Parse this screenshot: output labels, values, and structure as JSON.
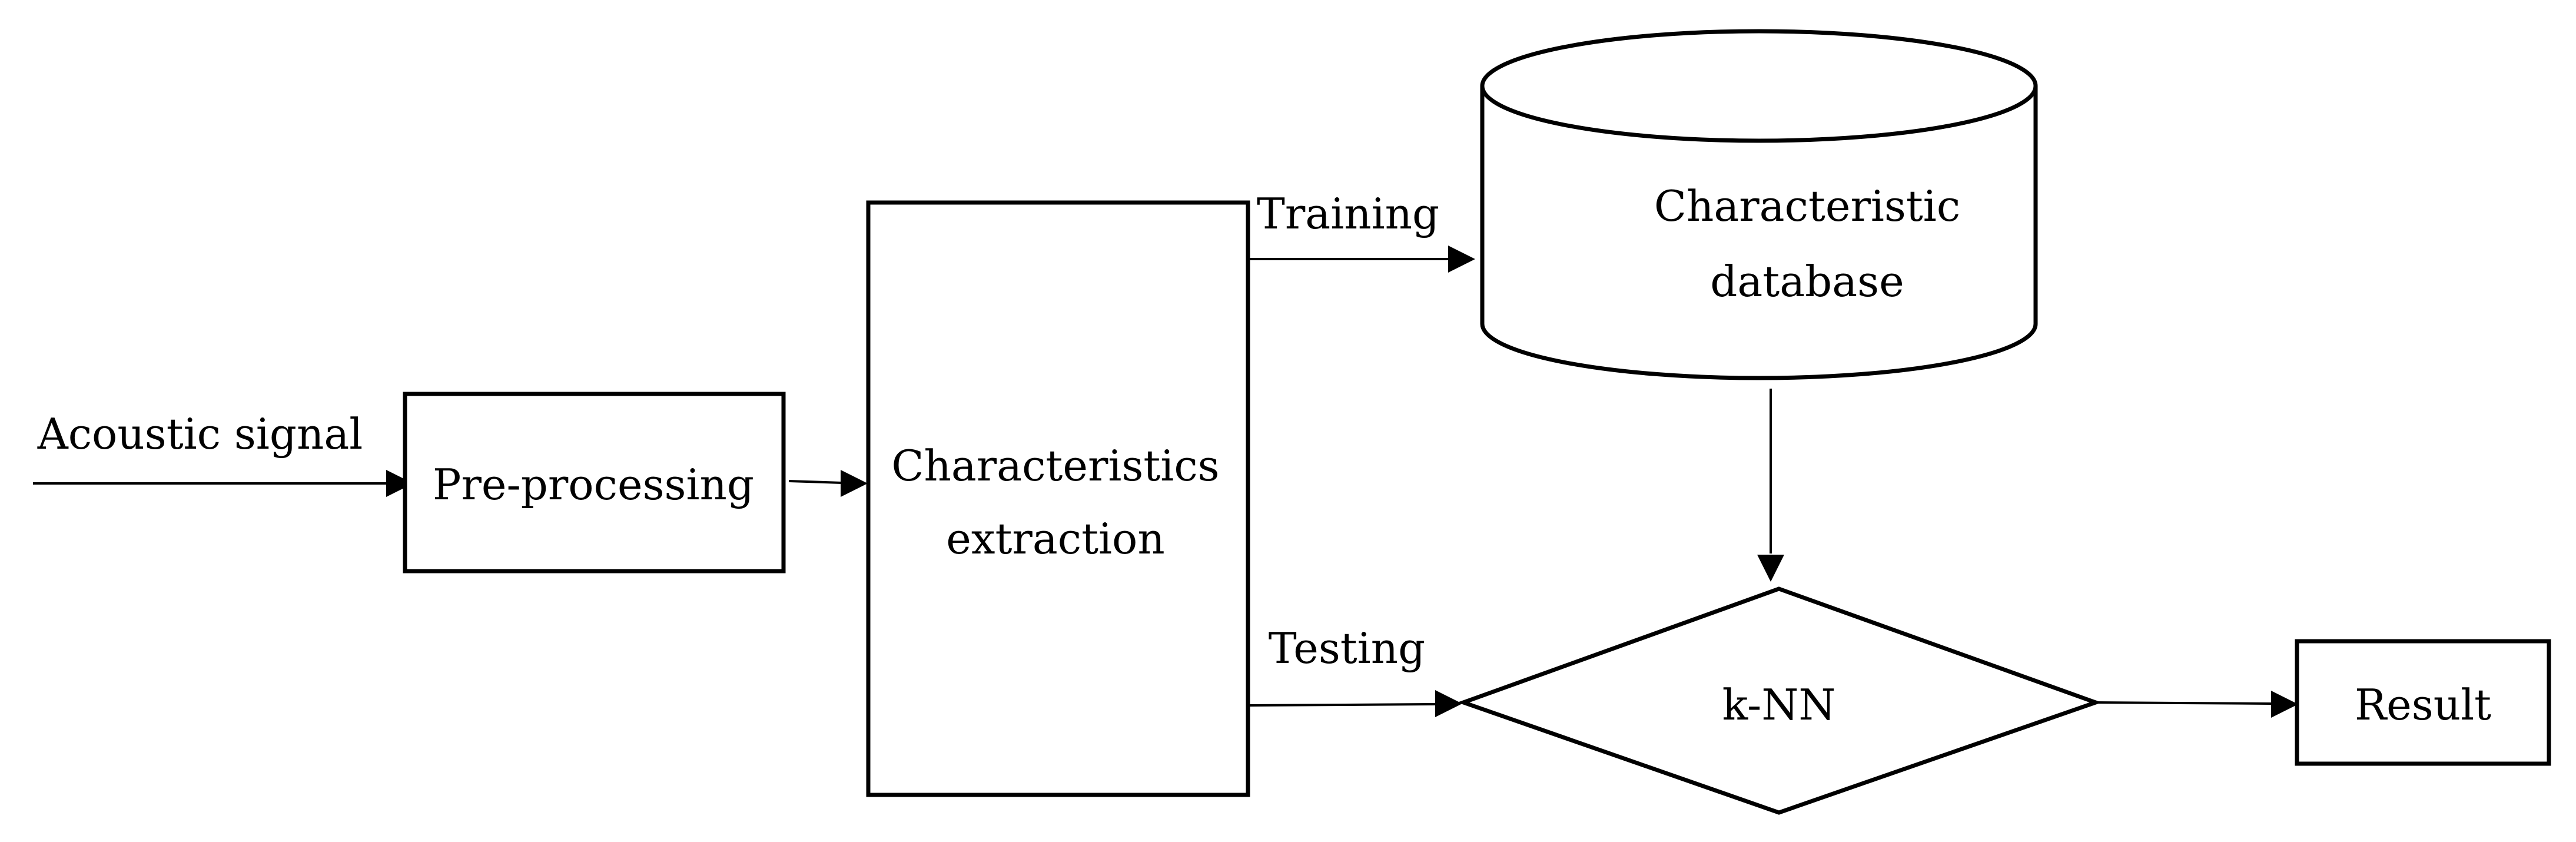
{
  "diagram": {
    "nodes": {
      "preprocessing": {
        "label": "Pre-processing"
      },
      "extraction": {
        "line1": "Characteristics",
        "line2": "extraction"
      },
      "database": {
        "line1": "Characteristic",
        "line2": "database"
      },
      "knn": {
        "label": "k-NN"
      },
      "result": {
        "label": "Result"
      }
    },
    "edges": {
      "input": {
        "label": "Acoustic signal"
      },
      "training": {
        "label": "Training"
      },
      "testing": {
        "label": "Testing"
      }
    }
  }
}
